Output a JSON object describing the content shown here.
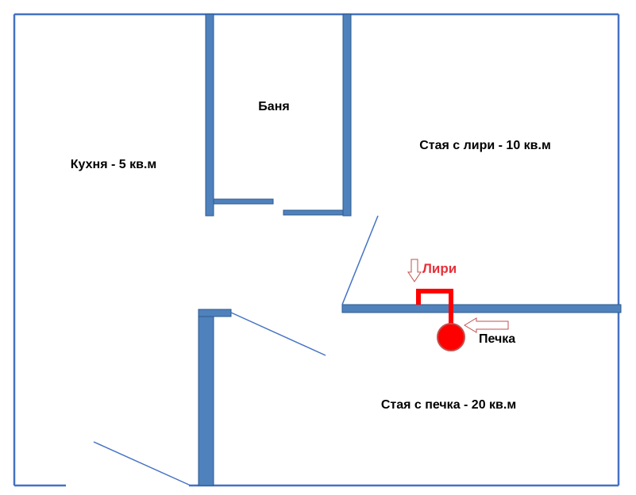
{
  "rooms": {
    "kitchen": "Кухня - 5 кв.м",
    "bath": "Баня",
    "lyre_room": "Стая с лири - 10 кв.м",
    "stove_room": "Стая с печка - 20 кв.м"
  },
  "annotations": {
    "lyre": "Лири",
    "stove": "Печка"
  },
  "colors": {
    "outer_line": "#4472c4",
    "wall_fill": "#4f81bd",
    "wall_stroke": "#2c5a8c",
    "pipe": "#ff0000",
    "lyre_text": "#e8303a",
    "stove_fill": "#ff0000",
    "stove_stroke": "#c0504d"
  }
}
